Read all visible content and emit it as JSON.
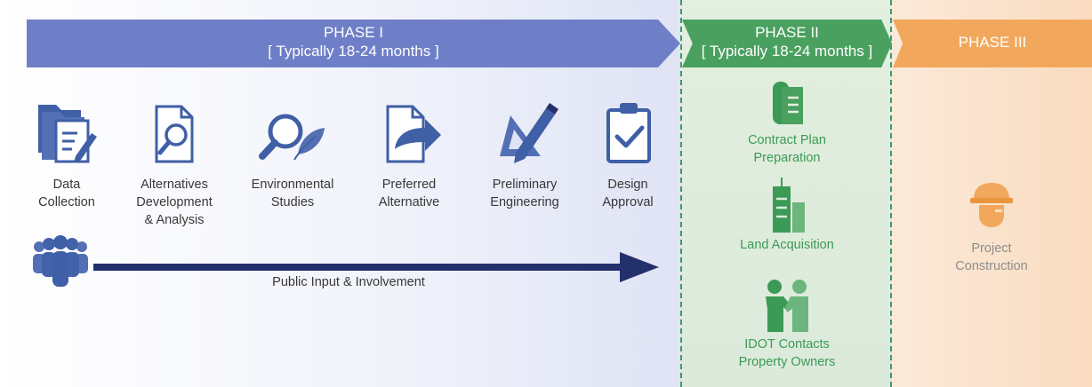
{
  "phases": [
    {
      "title": "PHASE I",
      "subtitle": "[ Typically 18-24 months ]"
    },
    {
      "title": "PHASE II",
      "subtitle": "[ Typically 18-24 months ]"
    },
    {
      "title": "PHASE III"
    }
  ],
  "phase1_steps": [
    {
      "line1": "Data",
      "line2": "Collection",
      "line3": "",
      "icon": "folder-document-icon"
    },
    {
      "line1": "Alternatives",
      "line2": "Development",
      "line3": "& Analysis",
      "icon": "document-magnifier-icon"
    },
    {
      "line1": "Environmental",
      "line2": "Studies",
      "line3": "",
      "icon": "magnifier-leaf-icon"
    },
    {
      "line1": "Preferred",
      "line2": "Alternative",
      "line3": "",
      "icon": "document-arrow-icon"
    },
    {
      "line1": "Preliminary",
      "line2": "Engineering",
      "line3": "",
      "icon": "pencil-triangle-icon"
    },
    {
      "line1": "Design",
      "line2": "Approval",
      "line3": "",
      "icon": "clipboard-check-icon"
    }
  ],
  "public_input": {
    "label": "Public Input & Involvement",
    "icon": "people-group-icon"
  },
  "phase2_items": [
    {
      "line1": "Contract Plan",
      "line2": "Preparation",
      "icon": "plans-roll-icon"
    },
    {
      "line1": "Land Acquisition",
      "line2": "",
      "icon": "buildings-icon"
    },
    {
      "line1": "IDOT Contacts",
      "line2": "Property Owners",
      "icon": "handshake-people-icon"
    }
  ],
  "phase3_item": {
    "line1": "Project",
    "line2": "Construction",
    "icon": "hardhat-worker-icon"
  },
  "colors": {
    "phase1": "#6f7fc7",
    "phase2": "#4aa05f",
    "phase3": "#f2a85c",
    "icon_blue": "#3f5fa6",
    "arrow_navy": "#24306b",
    "divider": "#3a9a76",
    "green_text": "#3b9a55",
    "grey_text": "#8d8d8d"
  }
}
